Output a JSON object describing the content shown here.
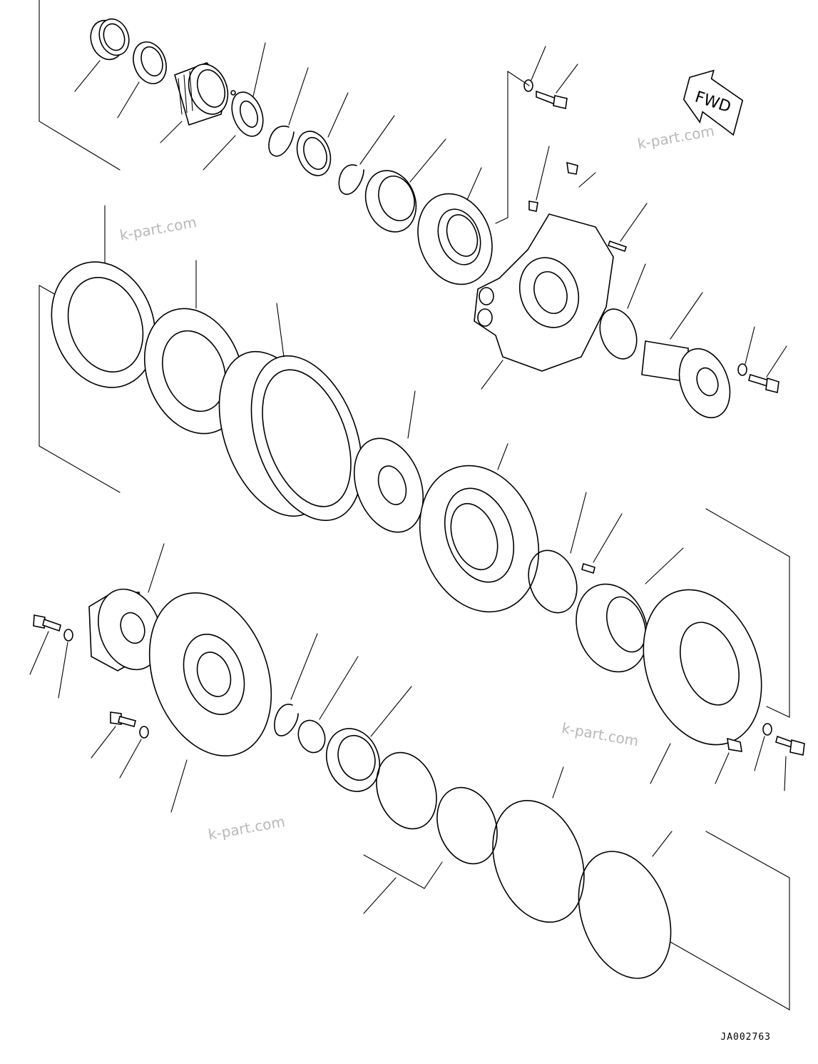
{
  "fwd_label": "FWD",
  "watermark": "k-part.com",
  "drawing_code": "JA002763"
}
